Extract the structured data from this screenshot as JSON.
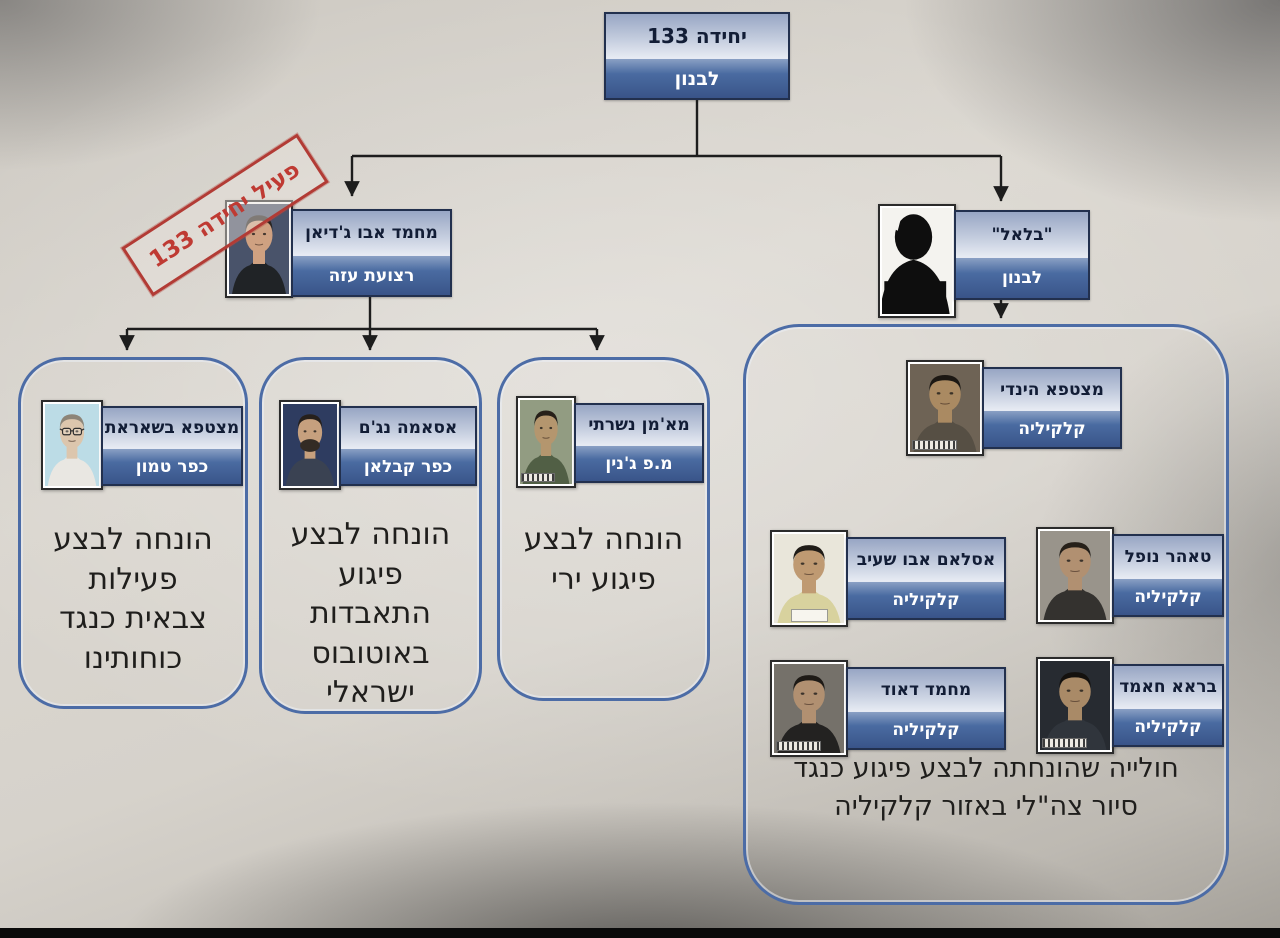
{
  "stamp": {
    "label": "פעיל יחידה 133"
  },
  "root": {
    "name": "יחידה 133",
    "place": "לבנון"
  },
  "left_commander": {
    "name": "מחמד אבו ג'דיאן",
    "place": "רצועת עזה"
  },
  "right_commander": {
    "name": "\"בלאל\"",
    "place": "לבנון"
  },
  "operatives": [
    {
      "name": "מצטפא בשאראת",
      "place": "כפר טמון",
      "mission": "הונחה לבצע\nפעילות\nצבאית כנגד\nכוחותינו"
    },
    {
      "name": "אסאמה נג'ם",
      "place": "כפר קבלאן",
      "mission": "הונחה לבצע\nפיגוע\nהתאבדות\nבאוטובוס\nישראלי"
    },
    {
      "name": "מא'מן נשרתי",
      "place": "מ.פ ג'נין",
      "mission": "הונחה לבצע\nפיגוע ירי"
    }
  ],
  "cell": {
    "leader": {
      "name": "מצטפא הינדי",
      "place": "קלקיליה"
    },
    "members": [
      {
        "name": "אסלאם אבו שעיב",
        "place": "קלקיליה"
      },
      {
        "name": "טאהר נופל",
        "place": "קלקיליה"
      },
      {
        "name": "מחמד דאוד",
        "place": "קלקיליה"
      },
      {
        "name": "בראא חאמד",
        "place": "קלקיליה"
      }
    ],
    "caption": "חולייה שהונחתה לבצע פיגוע כנגד\nסיור צה\"לי באזור קלקיליה"
  },
  "colors": {
    "stamp_red": "#b23b35",
    "node_blue_dark": "#395489",
    "node_blue_light": "#c2cbdd",
    "container_border": "#4c6ca6",
    "connector": "#1d1d1d"
  }
}
